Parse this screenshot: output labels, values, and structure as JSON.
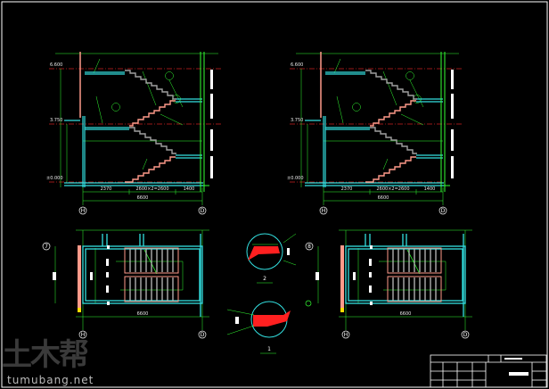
{
  "colors": {
    "background": "#000000",
    "frame": "#ffffff",
    "wall": "#33e0e0",
    "dim": "#33ff33",
    "stair_up": "#ff9a8a",
    "stair_dn": "#a0a0a0",
    "level": "#cc2222",
    "detail": "#ff2020"
  },
  "section": {
    "levels": [
      "6.600",
      "3.750",
      "±0.000"
    ],
    "dims": [
      "2370",
      "2600×2=2600",
      "1400"
    ],
    "overall": "6600",
    "axes": [
      "H",
      "D"
    ]
  },
  "plan_left": {
    "axis_side": "7",
    "axes": [
      "H",
      "D"
    ],
    "overall": "6600"
  },
  "plan_right": {
    "axis_side": "8",
    "axes": [
      "H",
      "D"
    ],
    "overall": "6600"
  },
  "details": [
    {
      "label": "2"
    },
    {
      "label": "1"
    }
  ],
  "watermark": {
    "logo": "土木帮",
    "url": "tumubang.net"
  }
}
